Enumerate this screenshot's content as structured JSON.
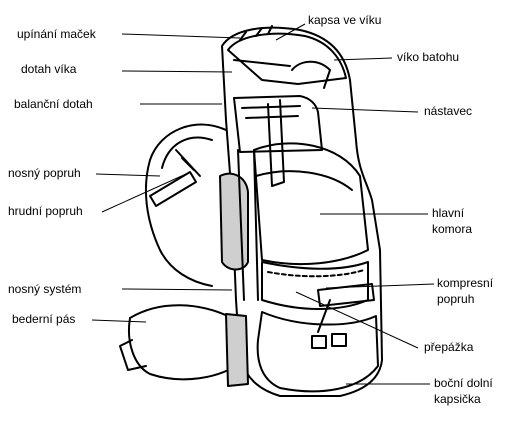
{
  "labels": {
    "upinani_macek": "upínání maček",
    "kapsa_ve_viku": "kapsa ve víku",
    "dotah_vika": "dotah víka",
    "viko_batohu": "víko batohu",
    "balancni_dotah": "balanční dotah",
    "nastavec": "nástavec",
    "nosny_popruh": "nosný popruh",
    "hrudni_popruh": "hrudní popruh",
    "hlavni_komora_1": "hlavní",
    "hlavni_komora_2": "komora",
    "nosny_system": "nosný systém",
    "kompresni_popruh_1": "kompresní",
    "kompresni_popruh_2": "popruh",
    "bederni_pas": "bederní pás",
    "prepazka": "přepážka",
    "bocni_dolni_kapsicka_1": "boční dolní",
    "bocni_dolni_kapsicka_2": "kapsička"
  },
  "colors": {
    "ink": "#000000",
    "paper": "#ffffff",
    "foam": "#cfcfcf"
  }
}
